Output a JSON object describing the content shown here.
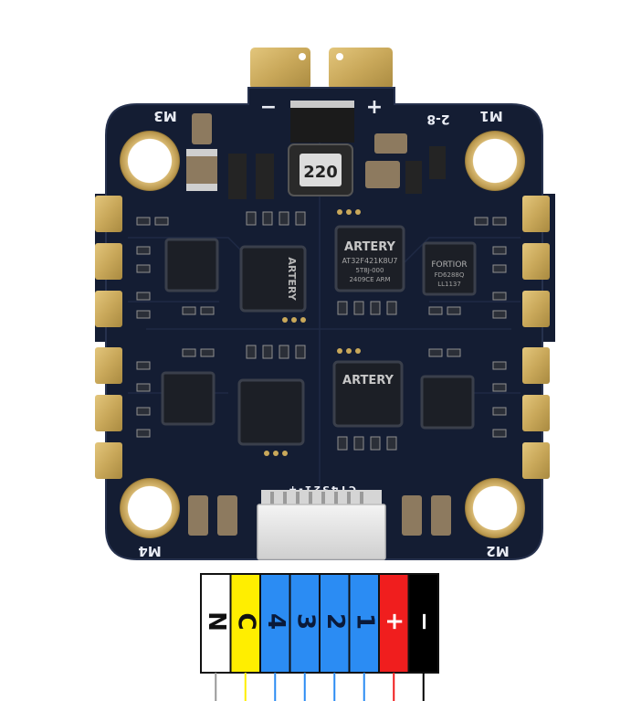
{
  "board": {
    "motor_labels": {
      "m1": "M1",
      "m2": "M2",
      "m3": "M3",
      "m4": "M4"
    },
    "power_labels": {
      "minus": "−",
      "plus": "+"
    },
    "voltage_rating": "2-8",
    "inductor_code": "220",
    "connector_pinout": "CT4321-+",
    "mcu_brand": "ARTERY",
    "mcu_part": "AT32F421K8U7",
    "mcu_line2": "5T8J-000",
    "mcu_line3": "2409CE   ARM",
    "driver_brand": "FORTIOR",
    "driver_part": "FD6288Q",
    "driver_code": "LL1137",
    "colors": {
      "pcb": "#141d33",
      "pad": "#c9a85a",
      "silk": "#e9ecf4",
      "chip": "#1c1f26"
    }
  },
  "wires": [
    {
      "label": "N",
      "fill": "#ffffff",
      "text": "#111111",
      "line": "#999999"
    },
    {
      "label": "C",
      "fill": "#ffee00",
      "text": "#111111",
      "line": "#ffee00"
    },
    {
      "label": "4",
      "fill": "#2b8cf3",
      "text": "#0a1a3a",
      "line": "#2b8cf3"
    },
    {
      "label": "3",
      "fill": "#2b8cf3",
      "text": "#0a1a3a",
      "line": "#2b8cf3"
    },
    {
      "label": "2",
      "fill": "#2b8cf3",
      "text": "#0a1a3a",
      "line": "#2b8cf3"
    },
    {
      "label": "1",
      "fill": "#2b8cf3",
      "text": "#0a1a3a",
      "line": "#2b8cf3"
    },
    {
      "label": "+",
      "fill": "#f01e1e",
      "text": "#ffffff",
      "line": "#f01e1e"
    },
    {
      "label": "−",
      "fill": "#000000",
      "text": "#ffffff",
      "line": "#000000"
    }
  ]
}
